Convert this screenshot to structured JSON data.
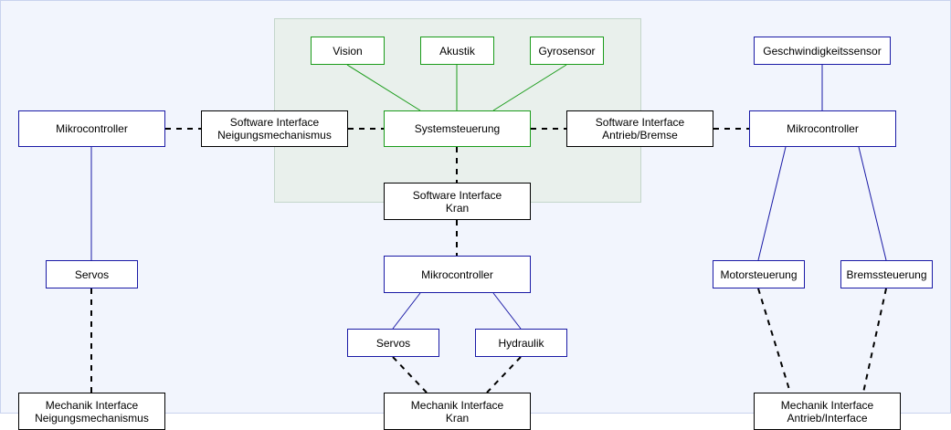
{
  "colors": {
    "green": "#1a9c1a",
    "blue": "#1a1aa6",
    "black": "#000000"
  },
  "nodes": {
    "vision": "Vision",
    "akustik": "Akustik",
    "gyrosensor": "Gyrosensor",
    "geschwindigkeitssensor": "Geschwindigkeitssensor",
    "mikrocontroller_left": "Mikrocontroller",
    "sw_neigung": "Software Interface\nNeigungsmechanismus",
    "systemsteuerung": "Systemsteuerung",
    "sw_antrieb": "Software Interface\nAntrieb/Bremse",
    "mikrocontroller_right": "Mikrocontroller",
    "sw_kran": "Software Interface\nKran",
    "servos_left": "Servos",
    "mikrocontroller_center": "Mikrocontroller",
    "motorsteuerung": "Motorsteuerung",
    "bremssteuerung": "Bremssteuerung",
    "servos_center": "Servos",
    "hydraulik": "Hydraulik",
    "mech_neigung": "Mechanik Interface\nNeigungsmechanismus",
    "mech_kran": "Mechanik Interface\nKran",
    "mech_antrieb": "Mechanik Interface\nAntrieb/Interface"
  },
  "edges": [
    {
      "from": "vision",
      "to": "systemsteuerung",
      "style": "solid",
      "color": "green"
    },
    {
      "from": "akustik",
      "to": "systemsteuerung",
      "style": "solid",
      "color": "green"
    },
    {
      "from": "gyrosensor",
      "to": "systemsteuerung",
      "style": "solid",
      "color": "green"
    },
    {
      "from": "mikrocontroller_left",
      "to": "sw_neigung",
      "style": "dashed",
      "color": "black"
    },
    {
      "from": "sw_neigung",
      "to": "systemsteuerung",
      "style": "dashed",
      "color": "black"
    },
    {
      "from": "systemsteuerung",
      "to": "sw_antrieb",
      "style": "dashed",
      "color": "black"
    },
    {
      "from": "sw_antrieb",
      "to": "mikrocontroller_right",
      "style": "dashed",
      "color": "black"
    },
    {
      "from": "geschwindigkeitssensor",
      "to": "mikrocontroller_right",
      "style": "solid",
      "color": "blue"
    },
    {
      "from": "systemsteuerung",
      "to": "sw_kran",
      "style": "dashed",
      "color": "black"
    },
    {
      "from": "sw_kran",
      "to": "mikrocontroller_center",
      "style": "dashed",
      "color": "black"
    },
    {
      "from": "mikrocontroller_left",
      "to": "servos_left",
      "style": "solid",
      "color": "blue"
    },
    {
      "from": "servos_left",
      "to": "mech_neigung",
      "style": "dashed",
      "color": "black"
    },
    {
      "from": "mikrocontroller_center",
      "to": "servos_center",
      "style": "solid",
      "color": "blue"
    },
    {
      "from": "mikrocontroller_center",
      "to": "hydraulik",
      "style": "solid",
      "color": "blue"
    },
    {
      "from": "servos_center",
      "to": "mech_kran",
      "style": "dashed",
      "color": "black"
    },
    {
      "from": "hydraulik",
      "to": "mech_kran",
      "style": "dashed",
      "color": "black"
    },
    {
      "from": "mikrocontroller_right",
      "to": "motorsteuerung",
      "style": "solid",
      "color": "blue"
    },
    {
      "from": "mikrocontroller_right",
      "to": "bremssteuerung",
      "style": "solid",
      "color": "blue"
    },
    {
      "from": "motorsteuerung",
      "to": "mech_antrieb",
      "style": "dashed",
      "color": "black"
    },
    {
      "from": "bremssteuerung",
      "to": "mech_antrieb",
      "style": "dashed",
      "color": "black"
    }
  ]
}
